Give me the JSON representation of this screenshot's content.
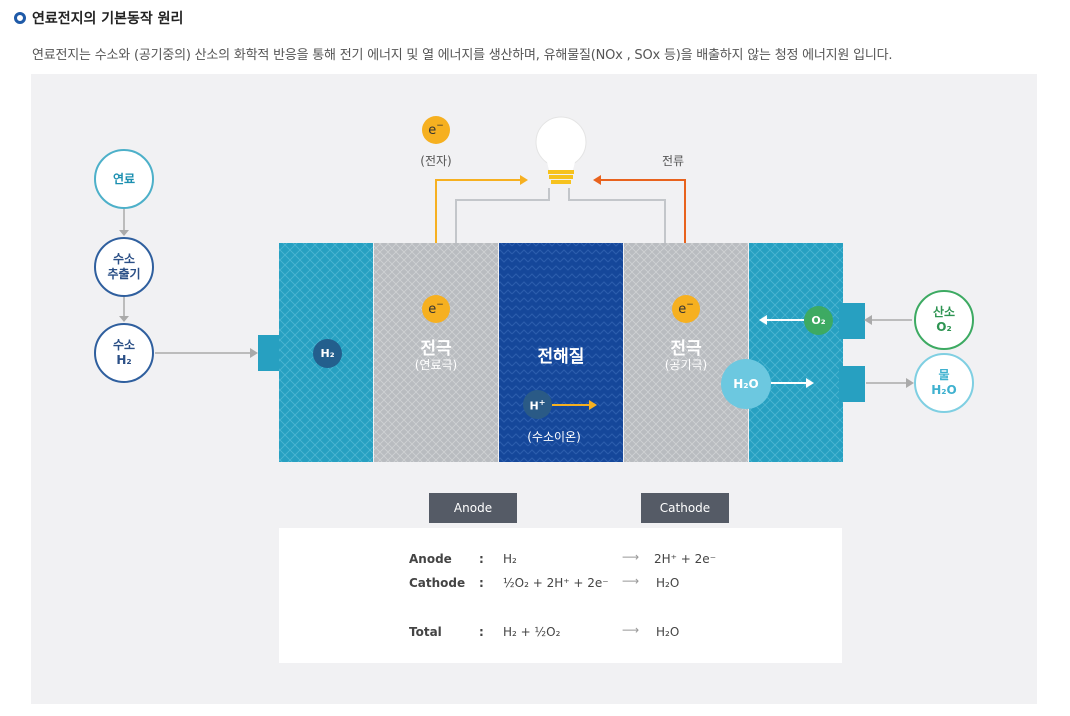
{
  "header": {
    "title": "연료전지의 기본동작 원리",
    "description": "연료전지는 수소와 (공기중의) 산소의 화학적 반응을 통해 전기 에너지 및 열 에너지를 생산하며, 유해물질(NOx , SOx 등)을 배출하지 않는 청정 에너지원 입니다."
  },
  "flow": {
    "fuel": "연료",
    "extractor_line1": "수소",
    "extractor_line2": "추출기",
    "hydrogen_line1": "수소",
    "hydrogen_line2": "H₂",
    "oxygen_line1": "산소",
    "oxygen_line2": "O₂",
    "water_line1": "물",
    "water_line2": "H₂O"
  },
  "top": {
    "electron_symbol": "e",
    "electron_charge": "−",
    "electron_caption": "(전자)",
    "current_caption": "전류"
  },
  "cell": {
    "h2_badge": "H₂",
    "anode_electrode_title": "전극",
    "anode_electrode_sub": "(연료극)",
    "electrolyte_title": "전해질",
    "hplus_badge": "H",
    "hplus_charge": "+",
    "hplus_caption": "(수소이온)",
    "cathode_electrode_title": "전극",
    "cathode_electrode_sub": "(공기극)",
    "o2_badge": "O₂",
    "h2o_badge": "H₂O"
  },
  "tags": {
    "anode": "Anode",
    "cathode": "Cathode"
  },
  "equations": {
    "anode_label": "Anode",
    "anode_left": "H₂",
    "anode_right": "2H⁺ + 2e⁻",
    "cathode_label": "Cathode",
    "cathode_left": "½O₂ + 2H⁺ + 2e⁻",
    "cathode_right": "H₂O",
    "total_label": "Total",
    "total_left": "H₂ + ½O₂",
    "total_right": "H₂O",
    "colon": ":",
    "arrow": "⟶"
  },
  "colors": {
    "teal": "#27a0c1",
    "grey_electrode": "#b9bcc0",
    "electrolyte": "#15479a",
    "electron": "#f6b020",
    "current": "#e8621d",
    "oxygen_green": "#3daa62",
    "water_light": "#6cc8e0"
  }
}
